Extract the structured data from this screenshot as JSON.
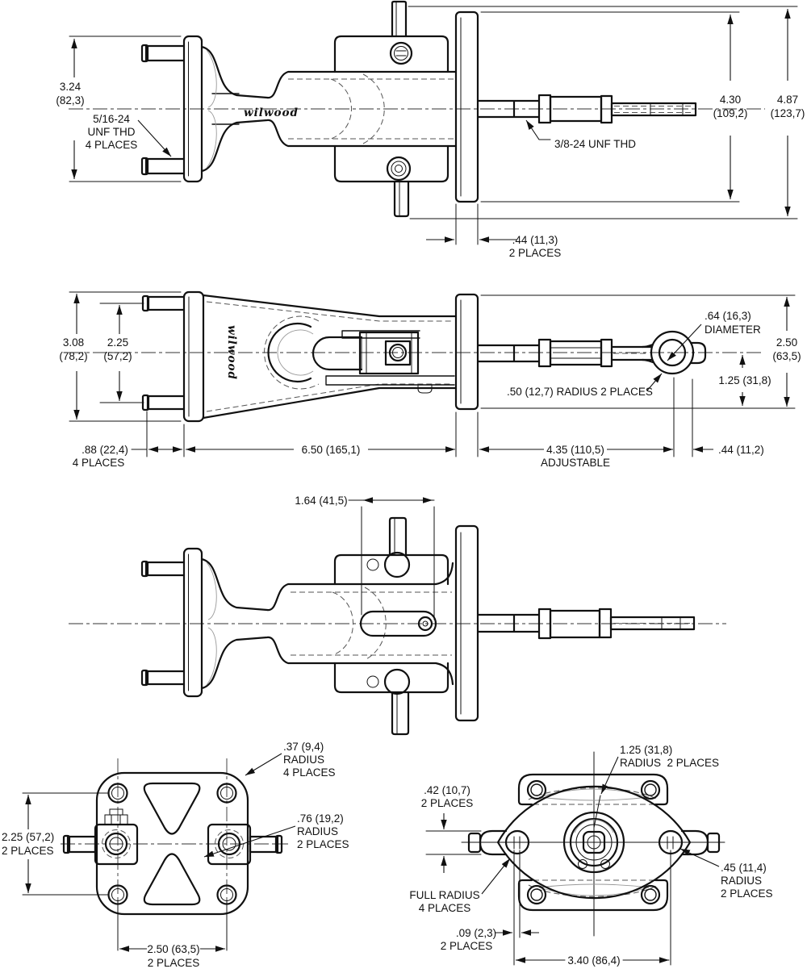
{
  "brand_logo": "wilwood",
  "line_color": "#111111",
  "view_side": {
    "dim_plate_height_in": "3.24",
    "dim_plate_height_mm": "(82,3)",
    "stud_thread_line1": "5/16-24",
    "stud_thread_line2": "UNF THD",
    "stud_thread_line3": "4 PLACES",
    "rod_thread": "3/8-24 UNF THD",
    "dim_flange_height_in": "4.30",
    "dim_flange_height_mm": "(109,2)",
    "dim_overall_height_in": "4.87",
    "dim_overall_height_mm": "(123,7)",
    "dim_flange_thickness": ".44 (11,3)",
    "dim_flange_thickness_places": "2 PLACES"
  },
  "view_top": {
    "dim_plate_width_in": "3.08",
    "dim_plate_width_mm": "(78,2)",
    "dim_stud_spacing_in": "2.25",
    "dim_stud_spacing_mm": "(57,2)",
    "dim_eye_diameter": ".64 (16,3)",
    "dim_eye_diameter_label": "DIAMETER",
    "dim_flange_width_in": "2.50",
    "dim_flange_width_mm": "(63,5)",
    "dim_eye_offset": "1.25 (31,8)",
    "note_rod_end_radius": ".50 (12,7) RADIUS 2 PLACES",
    "dim_stud_length": ".88 (22,4)",
    "dim_stud_length_places": "4 PLACES",
    "dim_body_length": "6.50 (165,1)",
    "dim_rod_length": "4.35 (110,5)",
    "dim_rod_length_label": "ADJUSTABLE",
    "dim_eye_width": ".44 (11,2)"
  },
  "view_section": {
    "dim_slot": "1.64 (41,5)"
  },
  "view_plate": {
    "dim_hole_spacing_v": "2.25 (57,2)",
    "dim_hole_spacing_v_places": "2 PLACES",
    "note_corner_radius_1": ".37 (9,4)",
    "note_corner_radius_2": "RADIUS",
    "note_corner_radius_3": "4 PLACES",
    "note_boss_radius_1": ".76 (19,2)",
    "note_boss_radius_2": "RADIUS",
    "note_boss_radius_3": "2 PLACES",
    "dim_hole_spacing_h": "2.50 (63,5)",
    "dim_hole_spacing_h_places": "2 PLACES"
  },
  "view_flange": {
    "note_lens_radius_1": "1.25 (31,8)",
    "note_lens_radius_2": "RADIUS  2 PLACES",
    "dim_tab_height_1": ".42 (10,7)",
    "dim_tab_height_2": "2 PLACES",
    "note_tab_radius_1": ".45 (11,4)",
    "note_tab_radius_2": "RADIUS",
    "note_tab_radius_3": "2 PLACES",
    "note_full_radius_1": "FULL RADIUS",
    "note_full_radius_2": "4 PLACES",
    "dim_slot_gap_1": ".09 (2,3)",
    "dim_slot_gap_2": "2 PLACES",
    "dim_tab_spacing": "3.40 (86,4)"
  }
}
